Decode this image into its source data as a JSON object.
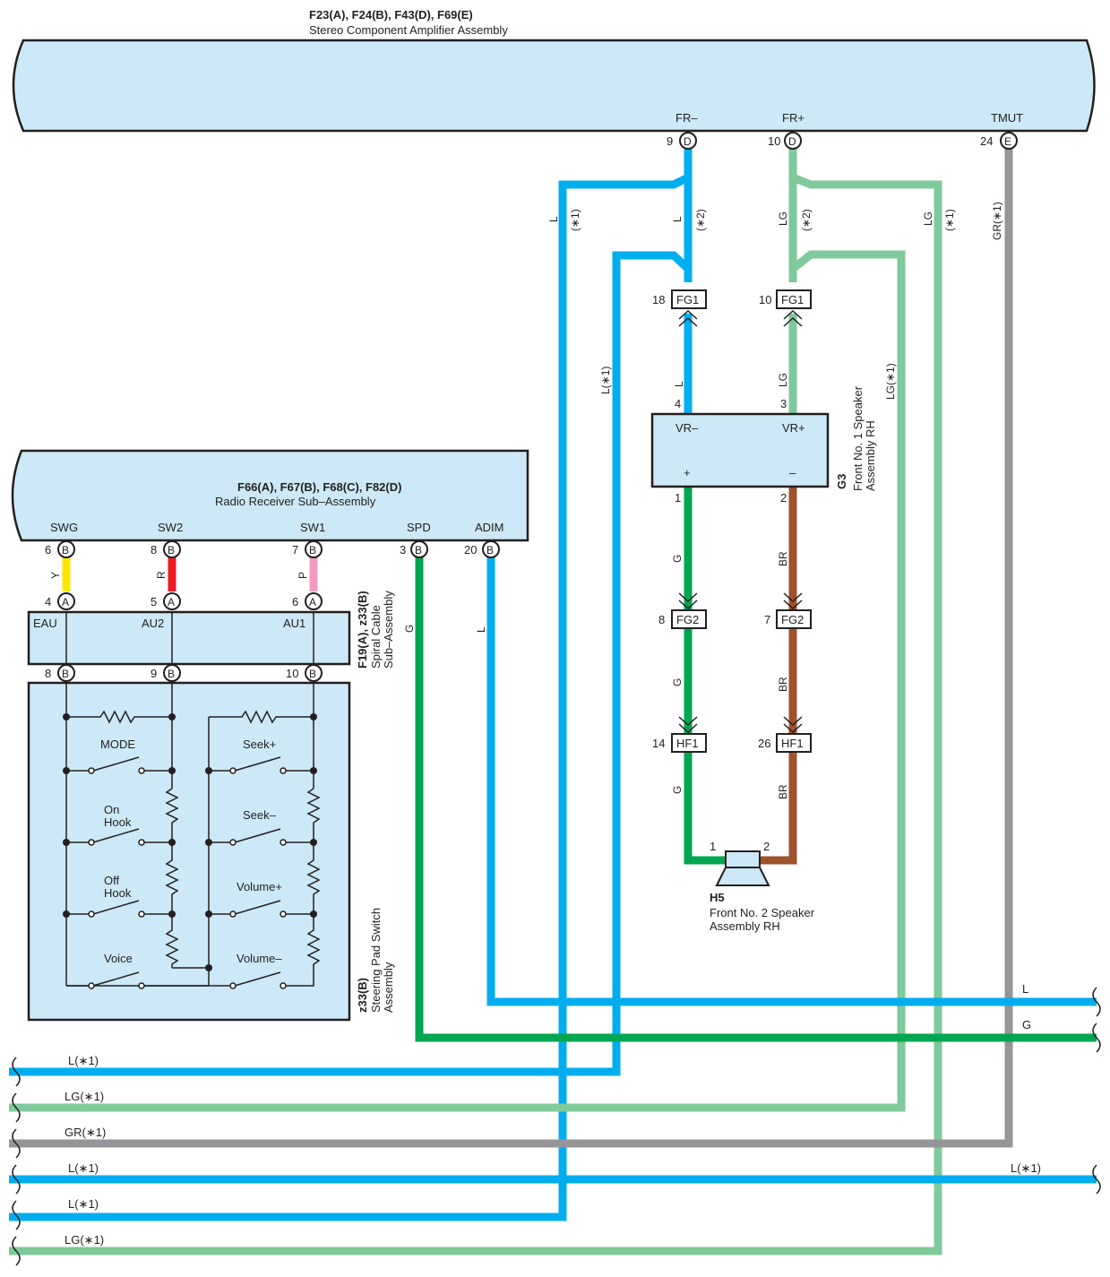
{
  "amplifier": {
    "connectors": "F23(A), F24(B), F43(D), F69(E)",
    "name": "Stereo Component Amplifier Assembly",
    "pins": [
      {
        "label": "FR–",
        "num": "9",
        "conn": "D"
      },
      {
        "label": "FR+",
        "num": "10",
        "conn": "D"
      },
      {
        "label": "TMUT",
        "num": "24",
        "conn": "E"
      }
    ]
  },
  "radio": {
    "connectors": "F66(A), F67(B), F68(C), F82(D)",
    "name": "Radio Receiver Sub–Assembly",
    "pins": [
      {
        "label": "SWG",
        "num": "6",
        "conn": "B"
      },
      {
        "label": "SW2",
        "num": "8",
        "conn": "B"
      },
      {
        "label": "SW1",
        "num": "7",
        "conn": "B"
      },
      {
        "label": "SPD",
        "num": "3",
        "conn": "B"
      },
      {
        "label": "ADIM",
        "num": "20",
        "conn": "B"
      }
    ]
  },
  "spiral": {
    "connectors": "F19(A), z33(B)",
    "name_line1": "Spiral Cable",
    "name_line2": "Sub–Assembly",
    "top_pins": [
      {
        "num": "4",
        "conn": "A"
      },
      {
        "num": "5",
        "conn": "A"
      },
      {
        "num": "6",
        "conn": "A"
      }
    ],
    "bottom_pins": [
      {
        "num": "8",
        "conn": "B"
      },
      {
        "num": "9",
        "conn": "B"
      },
      {
        "num": "10",
        "conn": "B"
      }
    ],
    "terminals": [
      "EAU",
      "AU2",
      "AU1"
    ]
  },
  "steering": {
    "connector": "z33(B)",
    "name_line1": "Steering Pad Switch",
    "name_line2": "Assembly",
    "switches": {
      "mode": "MODE",
      "on_hook_1": "On",
      "on_hook_2": "Hook",
      "off_hook_1": "Off",
      "off_hook_2": "Hook",
      "voice": "Voice",
      "seek_up": "Seek+",
      "seek_down": "Seek–",
      "vol_up": "Volume+",
      "vol_down": "Volume–"
    }
  },
  "speaker_g3": {
    "code": "G3",
    "name_line1": "Front No. 1 Speaker",
    "name_line2": "Assembly RH",
    "terms": {
      "vr_minus": "VR–",
      "vr_plus": "VR+",
      "plus": "+",
      "minus": "–"
    },
    "pins": {
      "top_left": "4",
      "top_right": "3",
      "bottom_left": "1",
      "bottom_right": "2"
    }
  },
  "speaker_h5": {
    "code": "H5",
    "name_line1": "Front No. 2 Speaker",
    "name_line2": "Assembly RH",
    "pins": {
      "left": "1",
      "right": "2"
    }
  },
  "junctions": {
    "fg1_left": {
      "code": "FG1",
      "num": "18"
    },
    "fg1_right": {
      "code": "FG1",
      "num": "10"
    },
    "fg2_left": {
      "code": "FG2",
      "num": "8"
    },
    "fg2_right": {
      "code": "FG2",
      "num": "7"
    },
    "hf1_left": {
      "code": "HF1",
      "num": "14"
    },
    "hf1_right": {
      "code": "HF1",
      "num": "26"
    }
  },
  "wire_labels": {
    "y": "Y",
    "r": "R",
    "p": "P",
    "g": "G",
    "l": "L",
    "lg": "LG",
    "br": "BR",
    "star1": "(∗1)",
    "star2": "(∗2)",
    "l_star1": "L(∗1)",
    "lg_star1": "LG(∗1)",
    "gr_star1": "GR(∗1)"
  },
  "colors": {
    "blue": "#00aeef",
    "light_green": "#7fc99b",
    "green": "#00a651",
    "gray": "#939598",
    "brown": "#a0522d",
    "yellow": "#ffe600",
    "red": "#ed1c24",
    "pink": "#f49ac1",
    "component_fill": "#cde8f6"
  }
}
